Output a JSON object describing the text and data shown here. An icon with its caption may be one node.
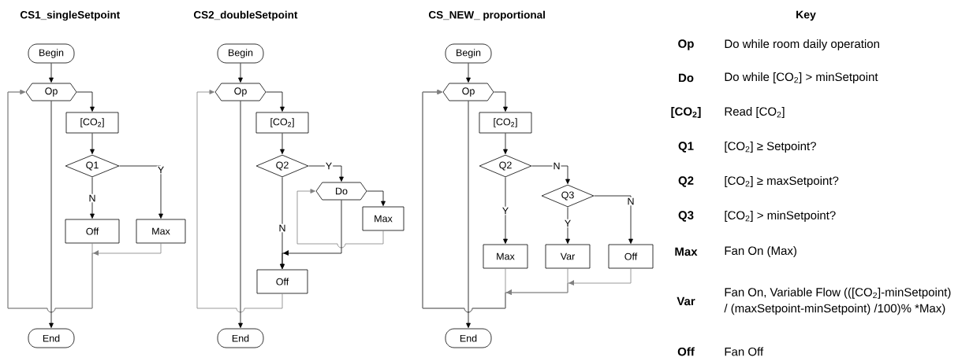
{
  "diagram": {
    "nodes": [
      {
        "text": [
          "Begin"
        ]
      },
      {
        "text": [
          "Op"
        ]
      },
      {
        "text": [
          "[CO$_{2}$]"
        ]
      },
      {
        "text": [
          "Q1"
        ]
      },
      {
        "text": [
          "Off"
        ]
      },
      {
        "text": [
          "Max"
        ]
      },
      {
        "text": [
          "End"
        ]
      },
      {
        "text": [
          "Begin"
        ]
      },
      {
        "text": [
          "Op"
        ]
      },
      {
        "text": [
          "[CO$_{2}$]"
        ]
      },
      {
        "text": [
          "Q2"
        ]
      },
      {
        "text": [
          "Do"
        ]
      },
      {
        "text": [
          "Max"
        ]
      },
      {
        "text": [
          "Off"
        ]
      },
      {
        "text": [
          "End"
        ]
      },
      {
        "text": [
          "Begin"
        ]
      },
      {
        "text": [
          "Op"
        ]
      },
      {
        "text": [
          "[CO$_{2}$]"
        ]
      },
      {
        "text": [
          "Q2"
        ]
      },
      {
        "text": [
          "Q3"
        ]
      },
      {
        "text": [
          "Max"
        ]
      },
      {
        "text": [
          "Var"
        ]
      },
      {
        "text": [
          "Off"
        ]
      },
      {
        "text": [
          "End"
        ]
      }
    ],
    "edges": [
      {
        "from": 0,
        "to": 1,
        "arrow": "to"
      },
      {
        "from": 1,
        "to": 2,
        "arrow": "to"
      },
      {
        "from": 2,
        "to": 3,
        "arrow": "to"
      },
      {
        "from": 3,
        "to": 4,
        "arrow": "to",
        "label": "N"
      },
      {
        "from": 3,
        "to": 5,
        "arrow": "to",
        "label": "Y"
      },
      {
        "from": 4,
        "to": 1,
        "arrow": "to",
        "color": "#808080"
      },
      {
        "from": 5,
        "to": 1,
        "arrow": "to",
        "color": "#808080"
      },
      {
        "from": 1,
        "to": 6,
        "arrow": "to"
      },
      {
        "from": 7,
        "to": 8,
        "arrow": "to"
      },
      {
        "from": 8,
        "to": 9,
        "arrow": "to"
      },
      {
        "from": 9,
        "to": 10,
        "arrow": "to"
      },
      {
        "from": 10,
        "to": 11,
        "arrow": "to",
        "label": "Y"
      },
      {
        "from": 10,
        "to": 13,
        "arrow": "to",
        "label": "N"
      },
      {
        "from": 11,
        "to": 12,
        "arrow": "to"
      },
      {
        "from": 12,
        "to": 11,
        "arrow": "to",
        "color": "#808080"
      },
      {
        "from": 11,
        "to": 13,
        "arrow": "to"
      },
      {
        "from": 13,
        "to": 8,
        "arrow": "to",
        "color": "#808080"
      },
      {
        "from": 8,
        "to": 14,
        "arrow": "to"
      },
      {
        "from": 15,
        "to": 16,
        "arrow": "to"
      },
      {
        "from": 16,
        "to": 17,
        "arrow": "to"
      },
      {
        "from": 17,
        "to": 18,
        "arrow": "to"
      },
      {
        "from": 18,
        "to": 19,
        "arrow": "to",
        "label": "N"
      },
      {
        "from": 18,
        "to": 20,
        "arrow": "to",
        "label": "Y"
      },
      {
        "from": 19,
        "to": 21,
        "arrow": "to",
        "label": "Y"
      },
      {
        "from": 19,
        "to": 22,
        "arrow": "to",
        "label": "N"
      },
      {
        "from": 20,
        "to": 16,
        "arrow": "to",
        "color": "#808080"
      },
      {
        "from": 21,
        "to": 16,
        "arrow": "to",
        "color": "#808080"
      },
      {
        "from": 22,
        "to": 16,
        "arrow": "to",
        "color": "#808080"
      },
      {
        "from": 16,
        "to": 23,
        "arrow": "to"
      }
    ],
    "labels": [
      "CS1_singleSetpoint",
      "CS2_doubleSetpoint",
      "CS_NEW_ proportional",
      "Key",
      "Op",
      "Do while room daily operation",
      "Do",
      "Do while [CO$_{2}$] > minSetpoint",
      "[CO$_{2}$]",
      "Read [CO$_{2}$]",
      "Q1",
      "[CO$_{2}$] ≥ Setpoint?",
      "Q2",
      "[CO$_{2}$] ≥ maxSetpoint?",
      "Q3",
      "[CO$_{2}$] > minSetpoint?",
      "Max",
      "Fan On (Max)",
      "Var",
      "Fan On, Variable Flow (([CO$_{2}$]-minSetpoint) / (maxSetpoint-minSetpoint) /100)% *Max)",
      "Off",
      "Fan Off"
    ]
  }
}
